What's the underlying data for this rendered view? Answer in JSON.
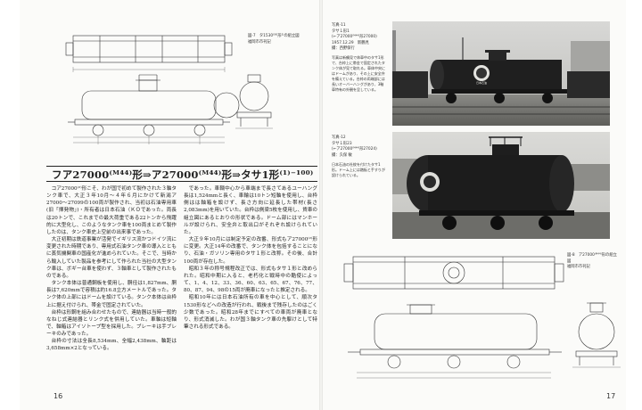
{
  "left_page": {
    "folio": "16",
    "figure_7_caption": "図-7　タ1530⁰⁰⁰形²⁾の組立図\n福岡市市刊記",
    "article_title": "フア27000⁽ᴹ⁴⁴⁾形⇒ア27000⁽ᴹ⁴⁴⁾形⇒タサ1形⁽¹⁾⁻¹⁰⁰⁾",
    "column_1": [
      "コア27000⁽²⁾形こそ、わが国で初めて製作された３軸タンク車で、大正３年10月～４年６月にかけて新潟ア27000～27099の100両が製作され、当初は石油専用車(旧「揮発物」)・所有者は日本石油〈ＫＯであった。両長は20トンで、これまでの最大荷重である22トンから飛躍的に大型化し、このようなタンク車を100両まとめて製作したのは、タンク車史上空前の出来事であった。",
      "大正初期は鉄道事業が活発でイギリス流かつドイツ流に変更された時期であり、専用式石油タンク車の導入とともに蒸気機関車の国産化が進められていた。そこで、当時から輸入していた製品を参考にして作られた当社の大型タンク車は、ボギー台車を使わず、３軸車として製作されたものである。",
      "タンク本体は普通鋼板を使用し、胴径は1,827mm、胴長は7,620mmで容積は約16.8立方メートルであった。タンク体の上部にはドームを設けている。タンク本体は台枠上に据え付けられ、帯金で固定されていた。",
      "台枠は形鋼を組み合わせたもので、連結器は当時一般的なねじ式連結器とリンク式を併用していた。車軸は短軸で、軸箱はアイソトープ型を採用した。ブレーキは手ブレーキのみであった。",
      "台枠の寸法は全長8,534mm、全幅2,438mm、軸距は3,658mm×2となっている。"
    ],
    "column_2": [
      "であった。車輌中心から車端まで長さてあるユーハング長は1,524mmと長く、車輪は10トン短軸を使用し、台枠側はは軸箱を設けず、長さ方向に延長した帯材(長さ2,083mm)を用いていた。台枠は側梁5枚を使用し、貨車の組立図にあるとおりの形状である。ドーム部にはマンホールが設けられ、安全弁と取出口がそれぞれ設けられていた。",
      "大正９年10月には制定予定の改番、形式もア27000⁽²⁾形に変更。大正14年の改番で、タンク体を包括することになり、石油・ガソリン専用のタサ１形と改称。その後、合計100両が存在した。",
      "昭和３年の称号規程改正では、形式もタサ１形と改められた。昭和中期に入ると、老朽化と戦時中の酷使によって、1、4、12、33、36、60、63、65、67、76、77、80、87、94、98の15両が廃車になったと推定される。",
      "昭和10年には日本石油所有の車を中心として、順次タ1530形などへの改造が行われ、戦後まで残存したのはごく少数であった。昭和28年までにすべての車両が廃車となり、形式消滅した。わが国３軸タンク車の先駆けとして特筆される形式である。"
    ],
    "photo_bottom_caption": ""
  },
  "right_page": {
    "folio": "17",
    "photo_1_caption": "写真-11\nタサ１形1\n(←ア27000⁽ᴹ⁴⁴⁾形27000)\n1957.12.29　新鶴見\n撮：西野保行",
    "photo_1_note": "写真は新鶴見で休車中のタサ1形で、台枠上に帯金で固定されたタンク体が見て取れる。車体中央にはドームがあり、その上に安全弁を備えている。台枠の両端部には長いオーバーハングがあり、3軸車特有の外観を呈している。",
    "photo_2_caption": "写真-12\nタサ１形23\n(←ア27000⁽ᴹ⁴⁴⁾形27024)\n撮：久保 敏",
    "photo_2_note": "日本石油の社紋を付けたタサ1形。ドーム上には踏板と手すりが設けられている。",
    "figure_8_caption": "図-8　ア27000⁽ᴹ⁴⁴⁾形の組立図\n福岡市市刊記",
    "photo_1_logo": "日本石油"
  },
  "colors": {
    "ink": "#222222",
    "paper": "#fbfbf9",
    "photo_dark": "#1e1e1e"
  }
}
